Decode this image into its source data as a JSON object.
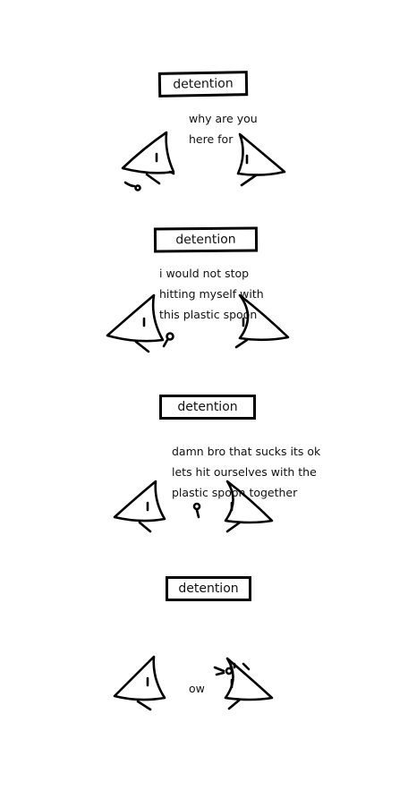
{
  "comic": {
    "panels": [
      {
        "sign": "detention",
        "dialogue": "why are you\nhere for"
      },
      {
        "sign": "detention",
        "dialogue": "i would not stop\nhitting myself with\nthis plastic spoon"
      },
      {
        "sign": "detention",
        "dialogue": "damn bro that sucks its ok\nlets hit ourselves with the\nplastic spoon together"
      },
      {
        "sign": "detention",
        "dialogue": "ow"
      }
    ]
  }
}
